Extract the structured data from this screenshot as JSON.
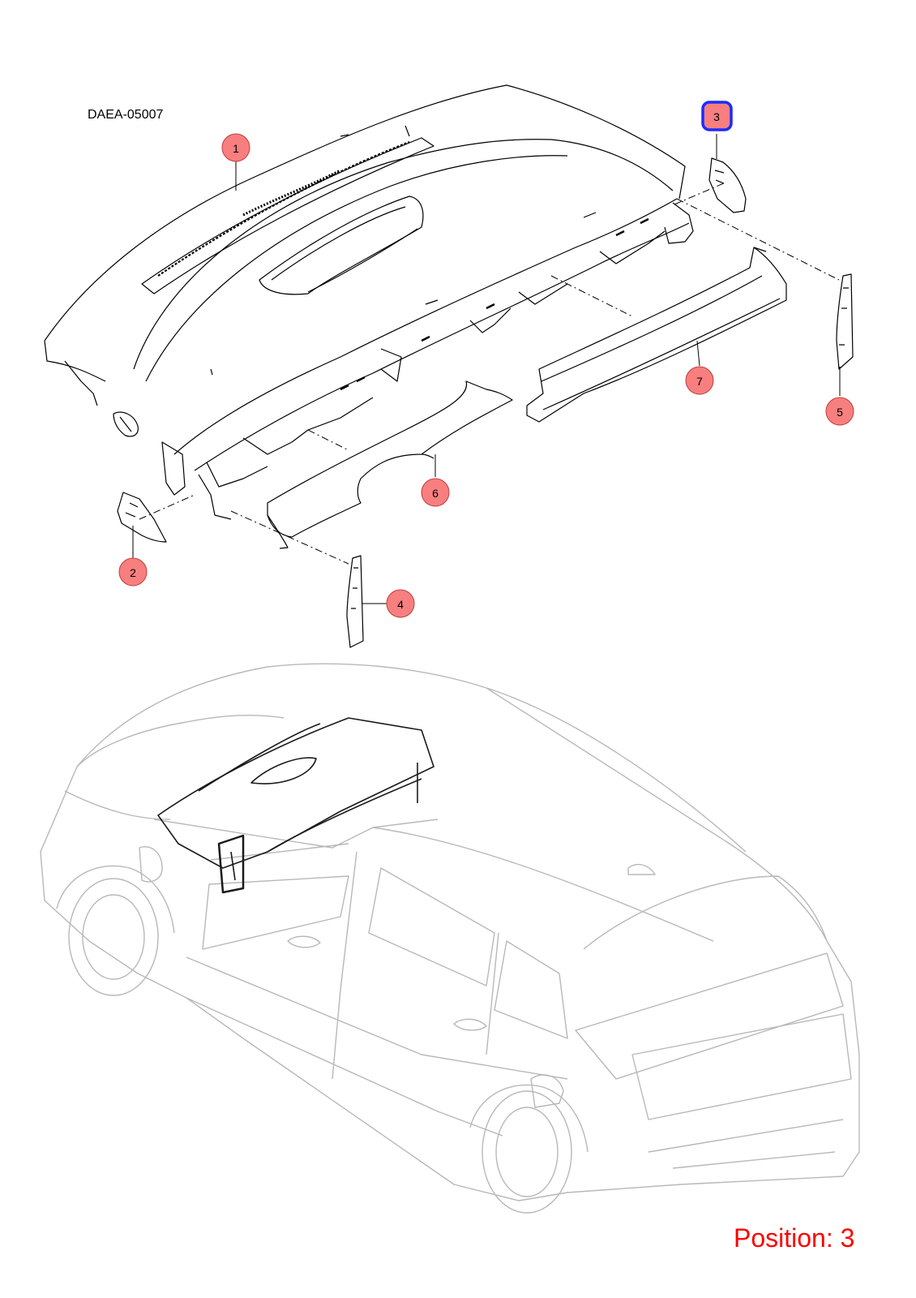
{
  "diagram": {
    "code": "DAEA-05007",
    "position_label": "Position: 3",
    "colors": {
      "callout_fill": "#f87f7f",
      "callout_stroke": "#c23b3b",
      "highlight_stroke": "#1a2cff",
      "position_text": "#ff0000",
      "part_line": "#000000",
      "vehicle_line": "#b8b8b8"
    },
    "callouts": [
      {
        "id": "1",
        "label": "1"
      },
      {
        "id": "2",
        "label": "2"
      },
      {
        "id": "3",
        "label": "3",
        "selected": true
      },
      {
        "id": "4",
        "label": "4"
      },
      {
        "id": "5",
        "label": "5"
      },
      {
        "id": "6",
        "label": "6"
      },
      {
        "id": "7",
        "label": "7"
      }
    ]
  }
}
